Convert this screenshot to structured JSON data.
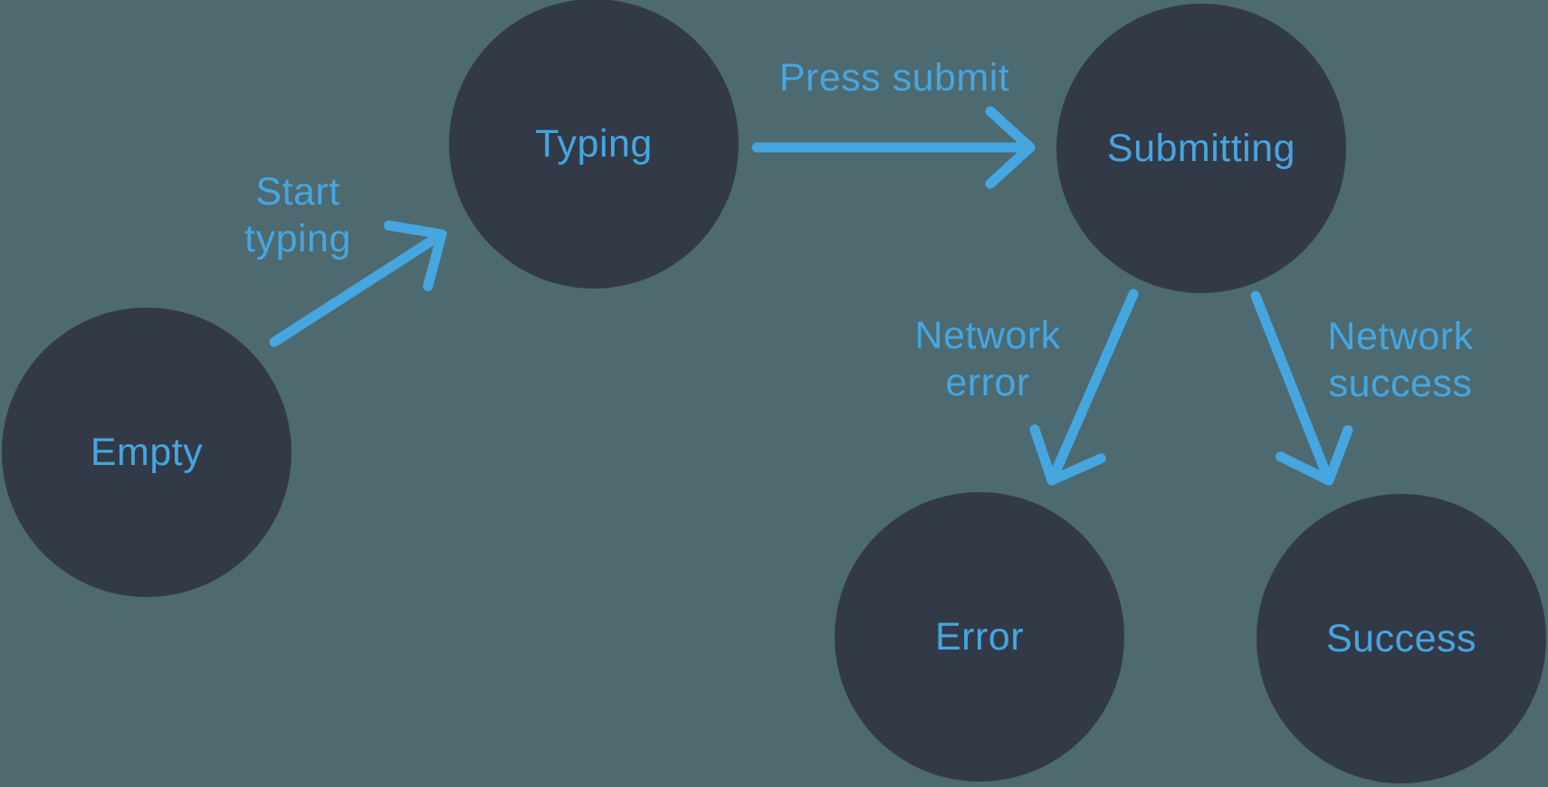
{
  "diagram": {
    "type": "state-machine",
    "colors": {
      "background": "#4D6A71",
      "node_fill": "#333A47",
      "accent_blue": "#45A6E0"
    },
    "nodes": [
      {
        "id": "empty",
        "label": "Empty"
      },
      {
        "id": "typing",
        "label": "Typing"
      },
      {
        "id": "submitting",
        "label": "Submitting"
      },
      {
        "id": "error",
        "label": "Error"
      },
      {
        "id": "success",
        "label": "Success"
      }
    ],
    "edges": [
      {
        "from": "Empty",
        "to": "Typing",
        "label": "Start typing",
        "lines": [
          "Start",
          "typing"
        ]
      },
      {
        "from": "Typing",
        "to": "Submitting",
        "label": "Press submit",
        "lines": [
          "Press submit"
        ]
      },
      {
        "from": "Submitting",
        "to": "Error",
        "label": "Network error",
        "lines": [
          "Network",
          "error"
        ]
      },
      {
        "from": "Submitting",
        "to": "Success",
        "label": "Network success",
        "lines": [
          "Network",
          "success"
        ]
      }
    ]
  }
}
